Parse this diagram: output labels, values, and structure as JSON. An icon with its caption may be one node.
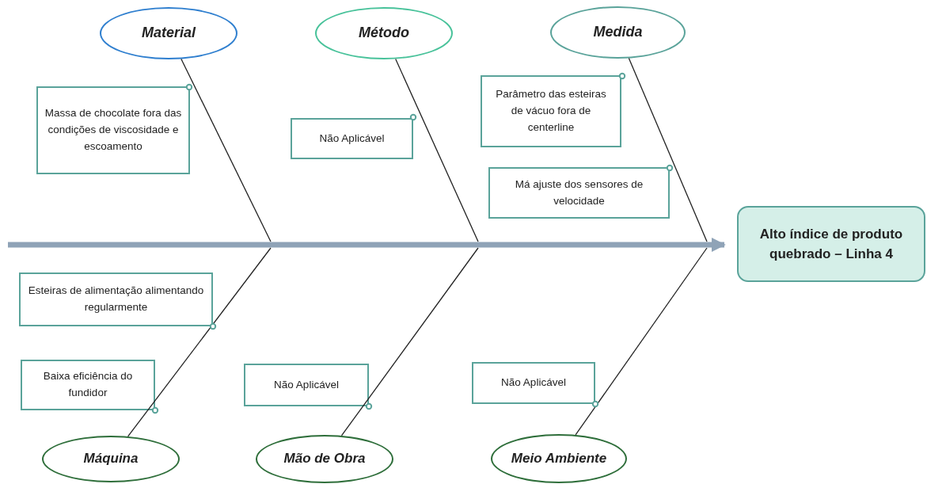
{
  "diagram": {
    "nodes": [
      {
        "text": [
          "Material"
        ]
      },
      {
        "text": [
          "Método"
        ]
      },
      {
        "text": [
          "Medida"
        ]
      },
      {
        "text": [
          "Massa de chocolate fora das condições de viscosidade e escoamento"
        ]
      },
      {
        "text": [
          "Não Aplicável"
        ]
      },
      {
        "text": [
          "Parâmetro das esteiras de vácuo fora de centerline"
        ]
      },
      {
        "text": [
          "Má ajuste dos sensores de velocidade"
        ]
      },
      {
        "text": [
          "Alto índice de produto quebrado – Linha 4"
        ]
      },
      {
        "text": [
          "Esteiras de alimentação alimentando regularmente"
        ]
      },
      {
        "text": [
          "Baixa eficiência do fundidor"
        ]
      },
      {
        "text": [
          "Não Aplicável"
        ]
      },
      {
        "text": [
          "Não Aplicável"
        ]
      },
      {
        "text": [
          "Máquina"
        ]
      },
      {
        "text": [
          "Mão de Obra"
        ]
      },
      {
        "text": [
          "Meio Ambiente"
        ]
      }
    ],
    "edges": [
      {
        "from": null,
        "to": 7,
        "arrow": "to",
        "style": "thick",
        "color": "#8fa3b7"
      },
      {
        "from": 0,
        "to": null,
        "arrow": "none"
      },
      {
        "from": 1,
        "to": null,
        "arrow": "none"
      },
      {
        "from": 2,
        "to": null,
        "arrow": "none"
      },
      {
        "from": 12,
        "to": null,
        "arrow": "none"
      },
      {
        "from": 13,
        "to": null,
        "arrow": "none"
      },
      {
        "from": 14,
        "to": null,
        "arrow": "none"
      }
    ]
  }
}
